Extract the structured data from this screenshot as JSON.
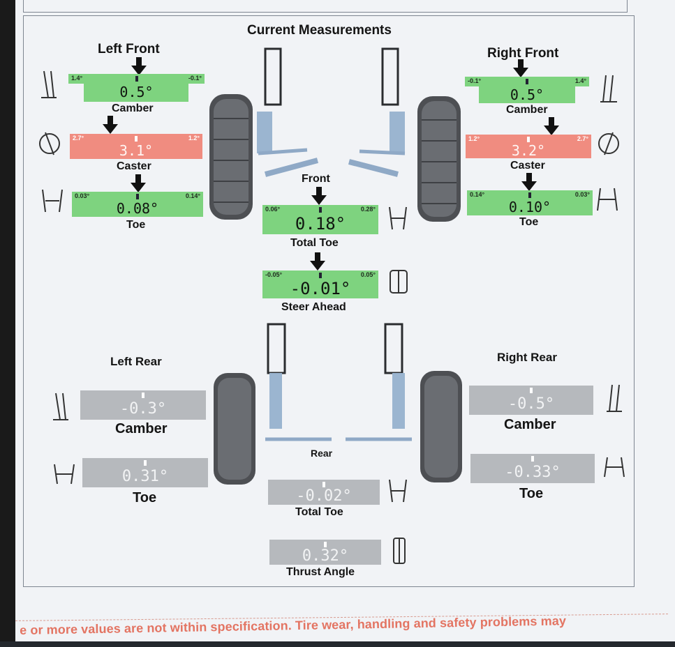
{
  "title": "Current Measurements",
  "sections": {
    "left_front": "Left Front",
    "right_front": "Right Front",
    "front": "Front",
    "left_rear": "Left Rear",
    "right_rear": "Right Rear",
    "rear": "Rear"
  },
  "colors": {
    "in_spec": "#7ed37f",
    "out_of_spec": "#f08c80",
    "no_spec": "#b6b9bd"
  },
  "gauges": {
    "lf_camber": {
      "label": "Camber",
      "value": "0.5°",
      "min": "1.4°",
      "max": "-0.1°",
      "status": "in_spec"
    },
    "lf_caster": {
      "label": "Caster",
      "value": "3.1°",
      "min": "2.7°",
      "max": "1.2°",
      "status": "out_of_spec"
    },
    "lf_toe": {
      "label": "Toe",
      "value": "0.08°",
      "min": "0.03°",
      "max": "0.14°",
      "status": "in_spec"
    },
    "rf_camber": {
      "label": "Camber",
      "value": "0.5°",
      "min": "-0.1°",
      "max": "1.4°",
      "status": "in_spec"
    },
    "rf_caster": {
      "label": "Caster",
      "value": "3.2°",
      "min": "1.2°",
      "max": "2.7°",
      "status": "out_of_spec"
    },
    "rf_toe": {
      "label": "Toe",
      "value": "0.10°",
      "min": "0.14°",
      "max": "0.03°",
      "status": "in_spec"
    },
    "front_total_toe": {
      "label": "Total Toe",
      "value": "0.18°",
      "min": "0.06°",
      "max": "0.28°",
      "status": "in_spec"
    },
    "steer_ahead": {
      "label": "Steer Ahead",
      "value": "-0.01°",
      "min": "-0.05°",
      "max": "0.05°",
      "status": "in_spec"
    },
    "lr_camber": {
      "label": "Camber",
      "value": "-0.3°",
      "status": "no_spec"
    },
    "lr_toe": {
      "label": "Toe",
      "value": "0.31°",
      "status": "no_spec"
    },
    "rr_camber": {
      "label": "Camber",
      "value": "-0.5°",
      "status": "no_spec"
    },
    "rr_toe": {
      "label": "Toe",
      "value": "-0.33°",
      "status": "no_spec"
    },
    "rear_total_toe": {
      "label": "Total Toe",
      "value": "-0.02°",
      "status": "no_spec"
    },
    "thrust_angle": {
      "label": "Thrust Angle",
      "value": "0.32°",
      "status": "no_spec"
    }
  },
  "footer": "e or more values are not within specification.  Tire wear, handling and safety problems may"
}
